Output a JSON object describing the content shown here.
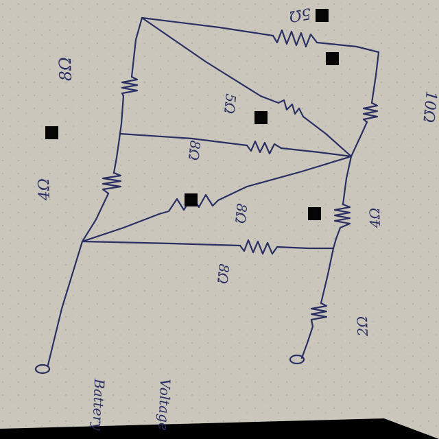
{
  "labels": {
    "top_right": "5Ω",
    "top_left": "8Ω",
    "right_upper": "10Ω",
    "diag_upper": "5Ω",
    "mid_upper": "8Ω",
    "left_mid": "4Ω",
    "diag_lower": "8Ω",
    "right_lower": "4Ω",
    "mid_lower": "8Ω",
    "bottom_right": "2Ω"
  },
  "terminals": {
    "left": "Battery",
    "right": "Voltage"
  }
}
